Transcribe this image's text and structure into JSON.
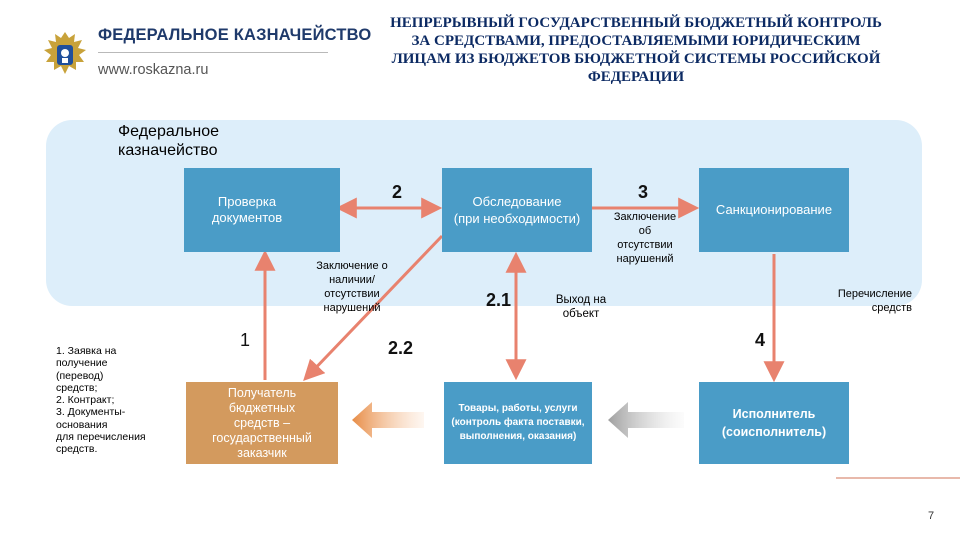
{
  "header": {
    "org_name": "ФЕДЕРАЛЬНОЕ КАЗНАЧЕЙСТВО",
    "site_url": "www.roskazna.ru",
    "title": "НЕПРЕРЫВНЫЙ ГОСУДАРСТВЕННЫЙ БЮДЖЕТНЫЙ КОНТРОЛЬ\nЗА СРЕДСТВАМИ, ПРЕДОСТАВЛЯЕМЫМИ ЮРИДИЧЕСКИМ\nЛИЦАМ ИЗ БЮДЖЕТОВ БЮДЖЕТНОЙ СИСТЕМЫ РОССИЙСКОЙ\nФЕДЕРАЦИИ"
  },
  "panel": {
    "label": "Федеральное\nказначейство"
  },
  "boxes": {
    "check": "Проверка\nдокументов",
    "survey": "Обследование\n(при необходимости)",
    "sanction": "Санкционирование",
    "recipient": "Получатель\nбюджетных\nсредств –\nгосударственный\nзаказчик",
    "goods": "Товары, работы, услуги\n(контроль факта поставки,\nвыполнения, оказания)",
    "executor": "Исполнитель\n(соисполнитель)"
  },
  "notes": {
    "conclusion_presence": "Заключение о\nналичии/\nотсутствии\nнарушений",
    "conclusion_absence": "Заключение\nоб\nотсутствии\nнарушений",
    "exit_object": "Выход на\nобъект",
    "transfer_funds": "Перечисление\nсредств",
    "documents_list": "1. Заявка на\nполучение\n(перевод)\nсредств;\n2. Контракт;\n3. Документы-\nоснования\nдля перечисления\nсредств."
  },
  "steps": {
    "s1": "1",
    "s2": "2",
    "s21": "2.1",
    "s22": "2.2",
    "s3": "3",
    "s4": "4"
  },
  "page_number": "7",
  "colors": {
    "arrow": "#e8826e",
    "box_blue": "#4a9cc7",
    "box_orange": "#d39a5e",
    "panel": "#ddeefa",
    "title": "#0c2a63",
    "accent_line": "#e0a28f"
  }
}
